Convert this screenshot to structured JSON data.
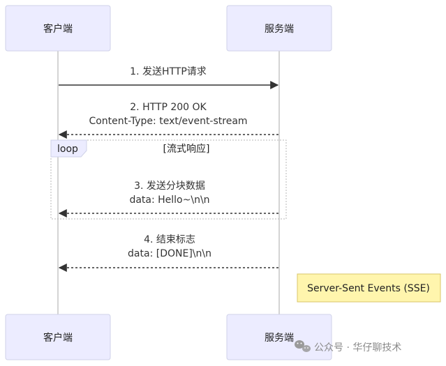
{
  "participants": {
    "client": "客户端",
    "server": "服务端"
  },
  "messages": [
    {
      "lines": [
        "1. 发送HTTP请求"
      ]
    },
    {
      "lines": [
        "2. HTTP 200 OK",
        "Content-Type: text/event-stream"
      ]
    },
    {
      "lines": [
        "3. 发送分块数据",
        "data: Hello~\\n\\n"
      ]
    },
    {
      "lines": [
        "4. 结束标志",
        "data: [DONE]\\n\\n"
      ]
    }
  ],
  "loop": {
    "label": "loop",
    "condition": "[流式响应]"
  },
  "note": "Server-Sent Events (SSE)",
  "watermark": "公众号 · 华仔聊技术",
  "colors": {
    "actor_fill": "#ececff",
    "note_fill": "#fff5ad",
    "line": "#333333"
  },
  "icons": {
    "watermark": "wechat-icon"
  }
}
